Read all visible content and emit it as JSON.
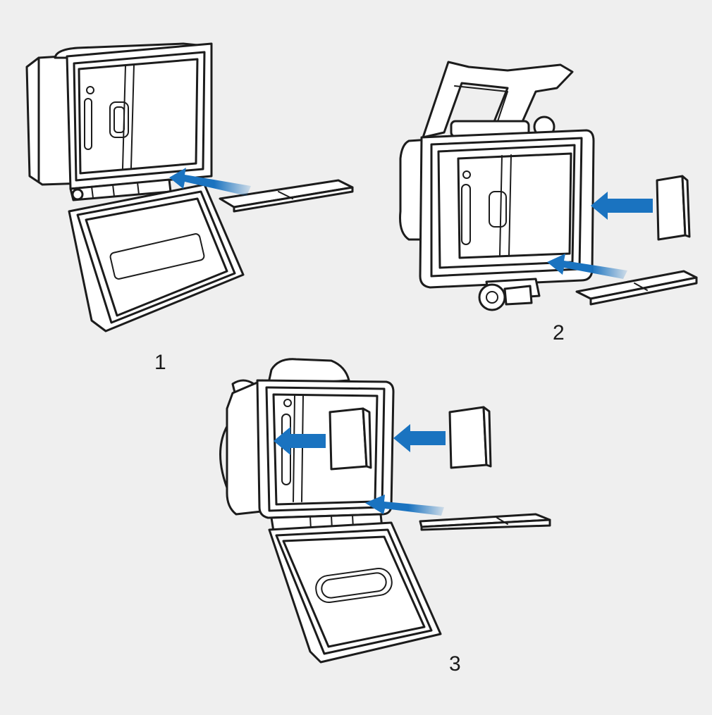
{
  "steps": [
    {
      "label": "1"
    },
    {
      "label": "2"
    },
    {
      "label": "3"
    }
  ],
  "colors": {
    "background": "#efefef",
    "line": "#1c1c1c",
    "arrow": "#1a73c0"
  },
  "icons": [
    "arrow-icon"
  ]
}
